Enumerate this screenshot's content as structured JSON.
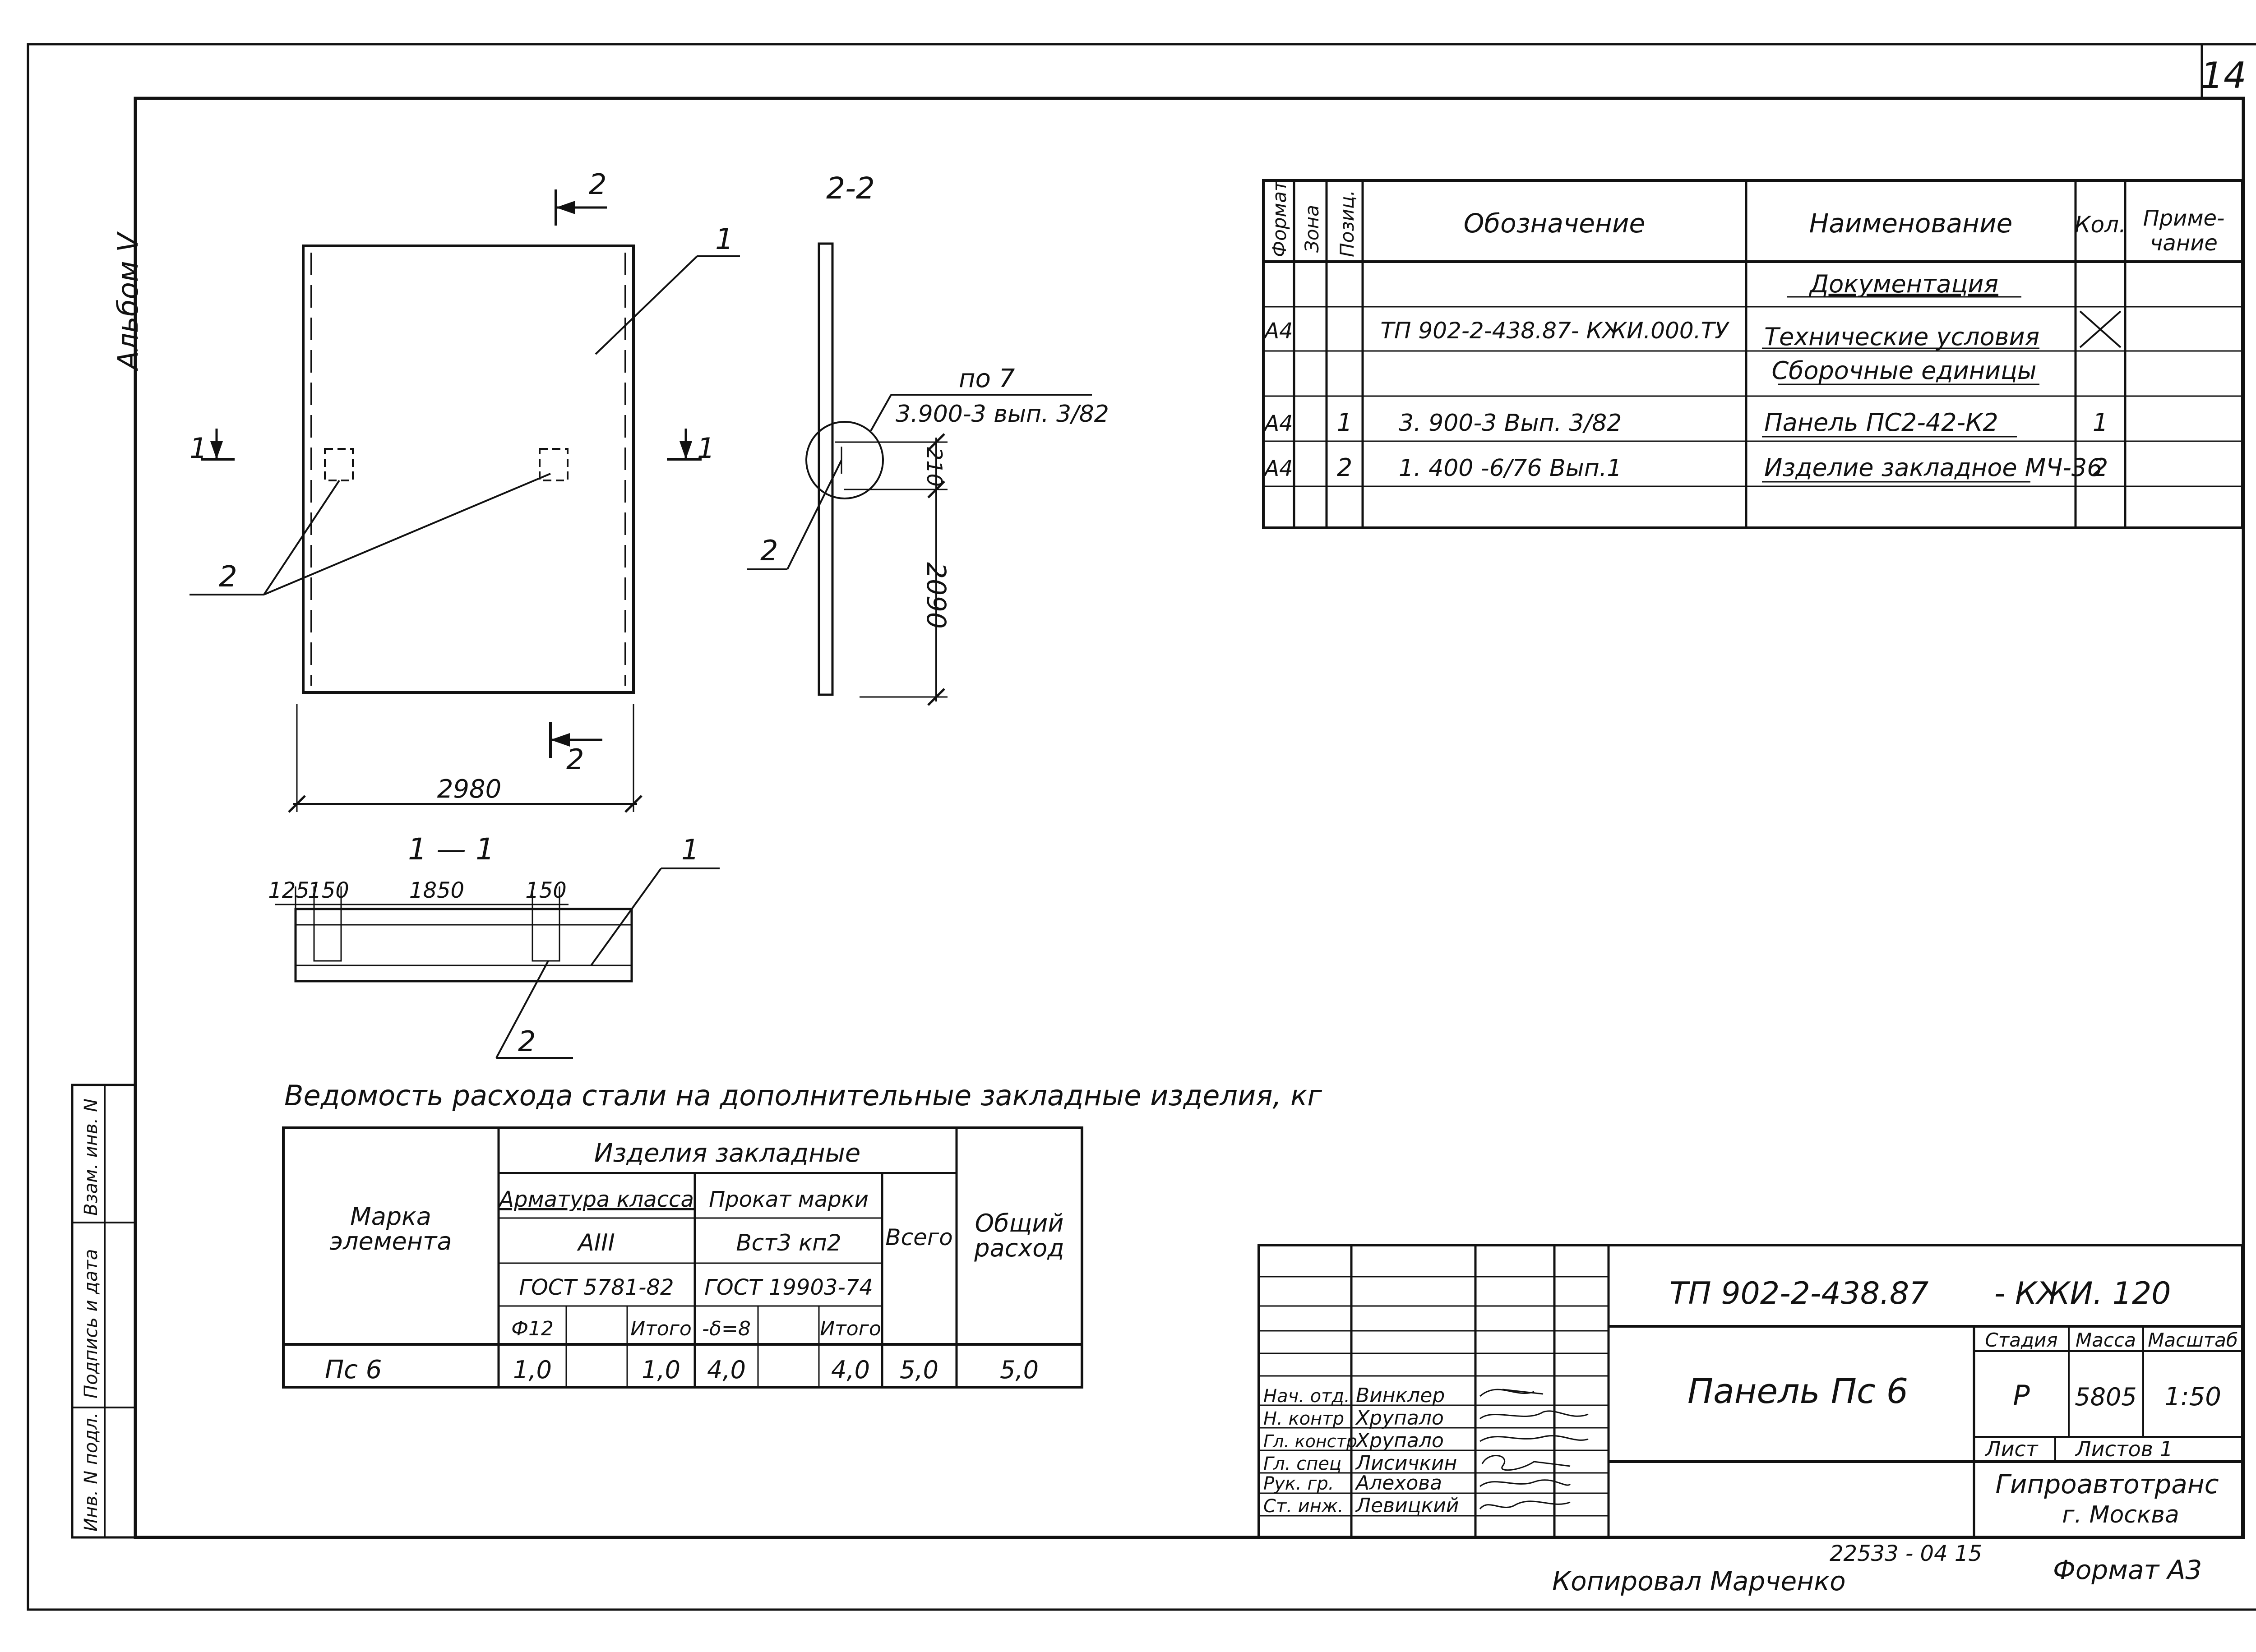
{
  "sheet_number": "14",
  "album_label": "Альбом V",
  "plan": {
    "width_dim": "2980",
    "label_1": "1",
    "label_2": "2",
    "cut_1_left": "1",
    "cut_1_right": "1",
    "cut_2_top": "2",
    "cut_2_bottom": "2"
  },
  "section_22": {
    "title": "2-2",
    "ref_top": "по 7",
    "ref_bottom": "3.900-3 вып. 3/82",
    "dim_small": "210",
    "dim_height": "2090",
    "label_2": "2"
  },
  "section_11": {
    "title": "1 — 1",
    "dims": [
      "125",
      "150",
      "1850",
      "150"
    ],
    "label_1": "1",
    "label_2": "2"
  },
  "spec_table": {
    "headers": {
      "format": "Формат",
      "zone": "Зона",
      "pos": "Позиц.",
      "designation": "Обозначение",
      "name": "Наименование",
      "qty": "Кол.",
      "note_1": "Приме-",
      "note_2": "чание"
    },
    "rows": [
      {
        "format": "",
        "pos": "",
        "designation": "",
        "name": "Документация",
        "qty": ""
      },
      {
        "format": "А4",
        "pos": "",
        "designation": "ТП 902-2-438.87- КЖИ.000.ТУ",
        "name": "Технические условия",
        "qty": ""
      },
      {
        "format": "",
        "pos": "",
        "designation": "",
        "name": "Сборочные единицы",
        "qty": ""
      },
      {
        "format": "А4",
        "pos": "1",
        "designation": "3. 900-3    Вып. 3/82",
        "name": "Панель  ПС2-42-К2",
        "qty": "1"
      },
      {
        "format": "А4",
        "pos": "2",
        "designation": "1. 400 -6/76  Вып.1",
        "name": "Изделие закладное МЧ-36",
        "qty": "2"
      }
    ]
  },
  "steel_table": {
    "title": "Ведомость расхода стали на дополнительные закладные изделия, кг",
    "col_mark": [
      "Марка",
      "элемента"
    ],
    "group_header": "Изделия  закладные",
    "arm_header": "Арматура класса",
    "arm_class": "АIII",
    "arm_gost": "ГОСТ 5781-82",
    "prokat_header": "Прокат  марки",
    "prokat_grade": "Вст3 кп2",
    "prokat_gost": "ГОСТ 19903-74",
    "sub_cols": [
      "Ф12",
      "",
      "Итого",
      "-δ=8",
      "",
      "Итого"
    ],
    "col_total": "Всего",
    "col_general": [
      "Общий",
      "расход"
    ],
    "row": {
      "mark": "Пс 6",
      "v1": "1,0",
      "v2": "",
      "v3": "1,0",
      "v4": "4,0",
      "v5": "",
      "v6": "4,0",
      "total": "5,0",
      "general": "5,0"
    }
  },
  "title_block": {
    "doc_code": "ТП 902-2-438.87",
    "doc_suffix": "- КЖИ. 120",
    "drawing_name": "Панель  Пс 6",
    "stage_label": "Стадия",
    "mass_label": "Масса",
    "scale_label": "Масштаб",
    "stage": "Р",
    "mass": "5805",
    "scale": "1:50",
    "sheet_label": "Лист",
    "sheets_label": "Листов 1",
    "org_1": "Гипроавтотранс",
    "org_2": "г. Москва",
    "signers": [
      {
        "role": "Нач. отд.",
        "name": "Винклер"
      },
      {
        "role": "Н. контр",
        "name": "Хрупало"
      },
      {
        "role": "Гл. констр",
        "name": "Хрупало"
      },
      {
        "role": "Гл. спец",
        "name": "Лисичкин"
      },
      {
        "role": "Рук. гр.",
        "name": "Алехова"
      },
      {
        "role": "Ст. инж.",
        "name": "Левицкий"
      }
    ]
  },
  "left_strip": [
    "Инв. N подл.",
    "Подпись и дата",
    "Взам. инв. N"
  ],
  "footer": {
    "copied_by": "Копировал  Марченко",
    "code": "22533 - 04    15",
    "format": "Формат  А3"
  }
}
